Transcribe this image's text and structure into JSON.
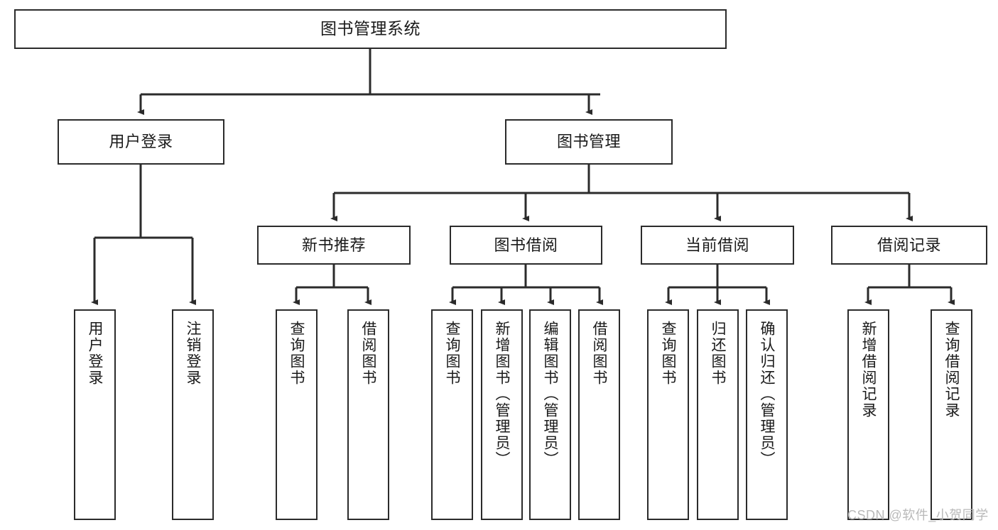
{
  "diagram": {
    "title": "图书管理系统",
    "type": "tree-hierarchy",
    "watermark": "CSDN @软件_小贺同学",
    "colors": {
      "background": "#ffffff",
      "box_border": "#2b2b2b",
      "box_fill": "#ffffff",
      "connector": "#2b2b2b",
      "text": "#1a1a1a",
      "watermark": "#b9b9b9"
    }
  },
  "nodes": {
    "root": {
      "label": "图书管理系统"
    },
    "level2": [
      {
        "label": "用户登录"
      },
      {
        "label": "图书管理"
      }
    ],
    "level3": [
      {
        "label": "新书推荐"
      },
      {
        "label": "图书借阅"
      },
      {
        "label": "当前借阅"
      },
      {
        "label": "借阅记录"
      }
    ],
    "leaves": {
      "user_login": [
        {
          "label": "用户登录"
        },
        {
          "label": "注销登录"
        }
      ],
      "new_book": [
        {
          "label": "查询图书"
        },
        {
          "label": "借阅图书"
        }
      ],
      "book_borrow": [
        {
          "label": "查询图书"
        },
        {
          "label": "新增图书（管理员）"
        },
        {
          "label": "编辑图书（管理员）"
        },
        {
          "label": "借阅图书"
        }
      ],
      "current_borrow": [
        {
          "label": "查询图书"
        },
        {
          "label": "归还图书"
        },
        {
          "label": "确认归还（管理员）"
        }
      ],
      "borrow_record": [
        {
          "label": "新增借阅记录"
        },
        {
          "label": "查询借阅记录"
        }
      ]
    }
  }
}
